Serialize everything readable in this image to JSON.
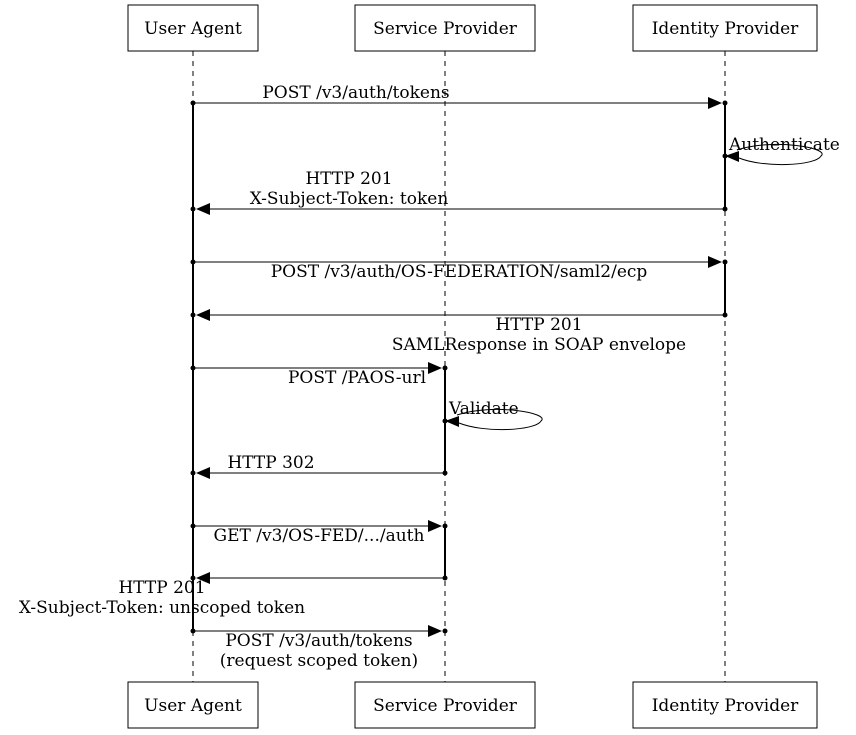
{
  "actors": [
    {
      "id": "ua",
      "label": "User Agent"
    },
    {
      "id": "sp",
      "label": "Service Provider"
    },
    {
      "id": "idp",
      "label": "Identity Provider"
    }
  ],
  "messages": [
    {
      "from": "ua",
      "to": "idp",
      "lines": [
        "POST /v3/auth/tokens"
      ]
    },
    {
      "from": "idp",
      "to": "idp",
      "self": true,
      "lines": [
        "Authenticate"
      ]
    },
    {
      "from": "idp",
      "to": "ua",
      "lines": [
        "HTTP 201",
        "X-Subject-Token: token"
      ]
    },
    {
      "from": "ua",
      "to": "idp",
      "lines": [
        "POST /v3/auth/OS-FEDERATION/saml2/ecp"
      ]
    },
    {
      "from": "idp",
      "to": "ua",
      "lines": [
        "HTTP 201",
        "SAMLResponse in SOAP envelope"
      ]
    },
    {
      "from": "ua",
      "to": "sp",
      "lines": [
        "POST /PAOS-url"
      ]
    },
    {
      "from": "sp",
      "to": "sp",
      "self": true,
      "lines": [
        "Validate"
      ]
    },
    {
      "from": "sp",
      "to": "ua",
      "lines": [
        "HTTP 302"
      ]
    },
    {
      "from": "ua",
      "to": "sp",
      "lines": [
        "GET /v3/OS-FED/.../auth"
      ]
    },
    {
      "from": "sp",
      "to": "ua",
      "lines": [
        "HTTP 201",
        "X-Subject-Token: unscoped token"
      ]
    },
    {
      "from": "ua",
      "to": "sp",
      "lines": [
        "POST /v3/auth/tokens",
        "(request scoped token)"
      ]
    }
  ]
}
